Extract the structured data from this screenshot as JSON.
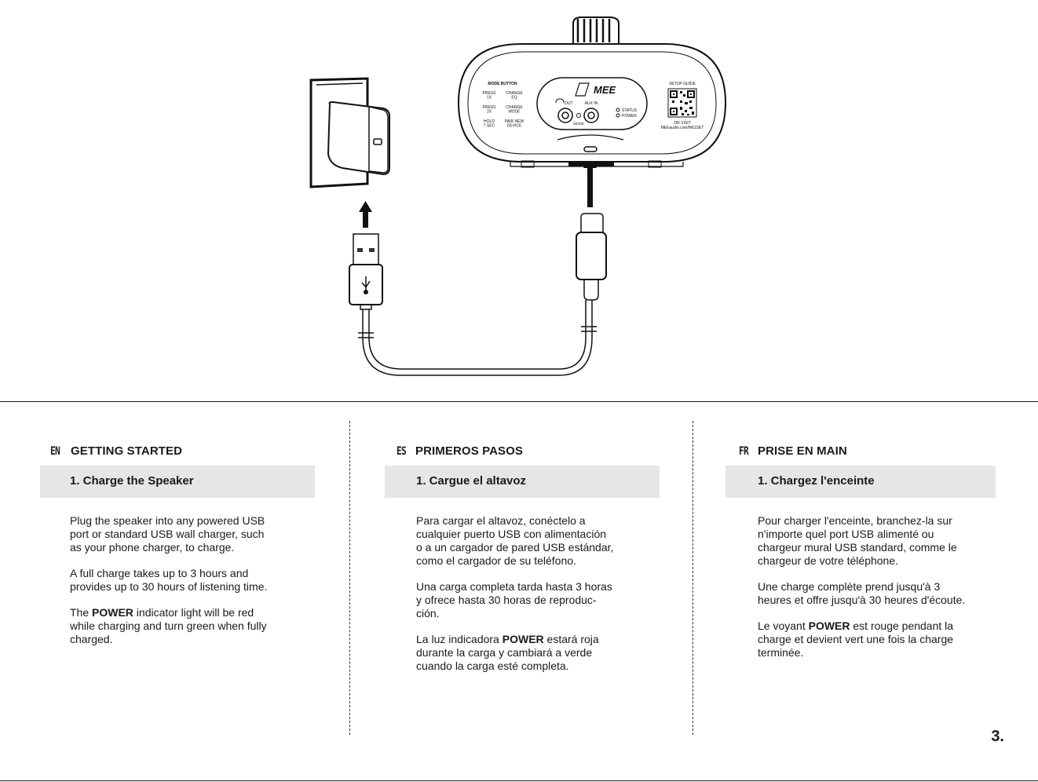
{
  "illustration": {
    "speaker": {
      "logo": "MEE",
      "mode_button_title": "MODE BUTTON",
      "mode_rows": [
        {
          "press": "PRESS\n1X",
          "action": "CHANGE\nEQ"
        },
        {
          "press": "PRESS\n2X",
          "action": "CHANGE\nMODE"
        },
        {
          "press": "HOLD\n7 SEC",
          "action": "PAIR NEW\nDEVICE"
        }
      ],
      "port_out": "OUT",
      "port_aux": "AUX IN",
      "port_mode": "MODE",
      "led_status": "STATUS",
      "led_power": "POWER",
      "setup_title": "SETUP GUIDE",
      "setup_or": "OR VISIT",
      "setup_url": "MEEaudio.com/M61SET"
    }
  },
  "columns": [
    {
      "lang": "EN",
      "title": "GETTING STARTED",
      "step": "1. Charge the Speaker",
      "paragraphs": [
        {
          "pre": "Plug the speaker into any powered USB\nport or standard USB wall charger, such\nas your phone charger, to charge.",
          "bold": "",
          "post": ""
        },
        {
          "pre": "A full charge takes up to 3 hours and\nprovides up to 30 hours of listening time.",
          "bold": "",
          "post": ""
        },
        {
          "pre": "The ",
          "bold": "POWER",
          "post": " indicator light will be red\nwhile charging and turn green when fully\ncharged."
        }
      ]
    },
    {
      "lang": "ES",
      "title": "PRIMEROS PASOS",
      "step": "1. Cargue el altavoz",
      "paragraphs": [
        {
          "pre": "Para cargar el altavoz, conéctelo a\ncualquier puerto USB con alimentación\no a un cargador de pared USB estándar,\ncomo el cargador de su teléfono.",
          "bold": "",
          "post": ""
        },
        {
          "pre": "Una carga completa tarda hasta 3 horas\ny ofrece hasta 30 horas de reproduc-\nción.",
          "bold": "",
          "post": ""
        },
        {
          "pre": "La luz indicadora ",
          "bold": "POWER",
          "post": " estará roja\ndurante la carga y cambiará a verde\ncuando la carga esté completa."
        }
      ]
    },
    {
      "lang": "FR",
      "title": "PRISE EN MAIN",
      "step": "1. Chargez l'enceinte",
      "paragraphs": [
        {
          "pre": "Pour charger l'enceinte, branchez-la sur\nn'importe quel port USB alimenté ou\nchargeur mural USB standard, comme le\nchargeur de votre téléphone.",
          "bold": "",
          "post": ""
        },
        {
          "pre": "Une charge complète prend jusqu'à 3\nheures et offre jusqu'à 30 heures d'écoute.",
          "bold": "",
          "post": ""
        },
        {
          "pre": "Le voyant ",
          "bold": "POWER",
          "post": " est rouge pendant la\ncharge et devient vert une fois la charge\nterminée."
        }
      ]
    }
  ],
  "page_number": "3."
}
